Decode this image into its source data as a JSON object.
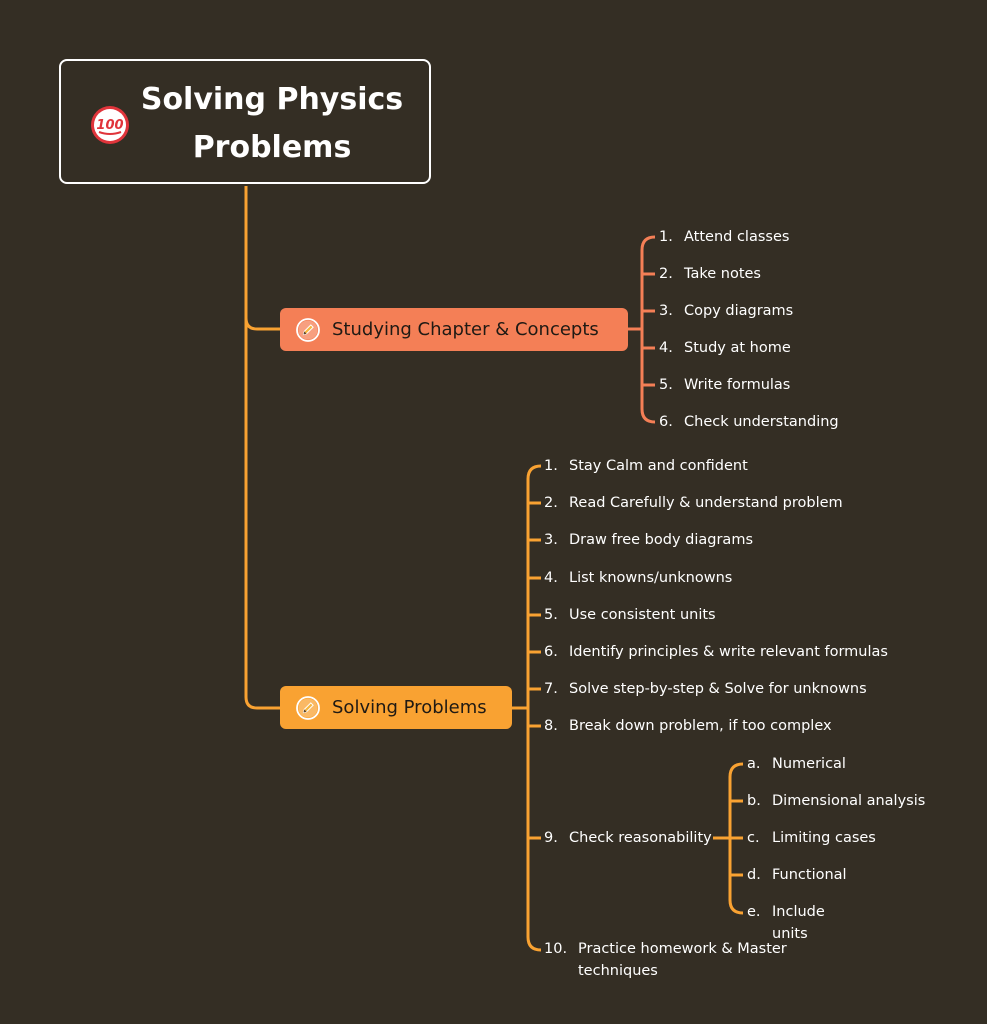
{
  "root": {
    "title_line1": "Solving Physics",
    "title_line2": "Problems",
    "icon": "hundred-points-emoji"
  },
  "branch_studying": {
    "label": "Studying Chapter & Concepts",
    "icon": "pencil-icon",
    "color": "#f47f56",
    "items": [
      {
        "num": "1.",
        "text": "Attend classes"
      },
      {
        "num": "2.",
        "text": "Take notes"
      },
      {
        "num": "3.",
        "text": "Copy diagrams"
      },
      {
        "num": "4.",
        "text": "Study at home"
      },
      {
        "num": "5.",
        "text": "Write formulas"
      },
      {
        "num": "6.",
        "text": "Check understanding"
      }
    ]
  },
  "branch_solving": {
    "label": "Solving Problems",
    "icon": "pencil-icon",
    "color": "#f9a232",
    "items": [
      {
        "num": "1.",
        "text": "Stay Calm and confident"
      },
      {
        "num": "2.",
        "text": "Read Carefully & understand problem"
      },
      {
        "num": "3.",
        "text": "Draw free body diagrams"
      },
      {
        "num": "4.",
        "text": "List knowns/unknowns"
      },
      {
        "num": "5.",
        "text": "Use consistent units"
      },
      {
        "num": "6.",
        "text": "Identify principles & write relevant formulas"
      },
      {
        "num": "7.",
        "text": "Solve step-by-step  & Solve for unknowns"
      },
      {
        "num": "8.",
        "text": "Break down problem, if too complex"
      },
      {
        "num": "9.",
        "text": "Check reasonability"
      },
      {
        "num": "10.",
        "text": "Practice homework & Master techniques"
      }
    ],
    "reasonability_subitems": [
      {
        "num": "a.",
        "text": "Numerical"
      },
      {
        "num": "b.",
        "text": "Dimensional analysis"
      },
      {
        "num": "c.",
        "text": "Limiting cases"
      },
      {
        "num": "d.",
        "text": "Functional"
      },
      {
        "num": "e.",
        "text": "Include units"
      }
    ]
  },
  "colors": {
    "background": "#342e24",
    "root_border": "#ffffff",
    "connector_main": "#f9a232",
    "connector_studying": "#f47f56",
    "text": "#ffffff"
  }
}
